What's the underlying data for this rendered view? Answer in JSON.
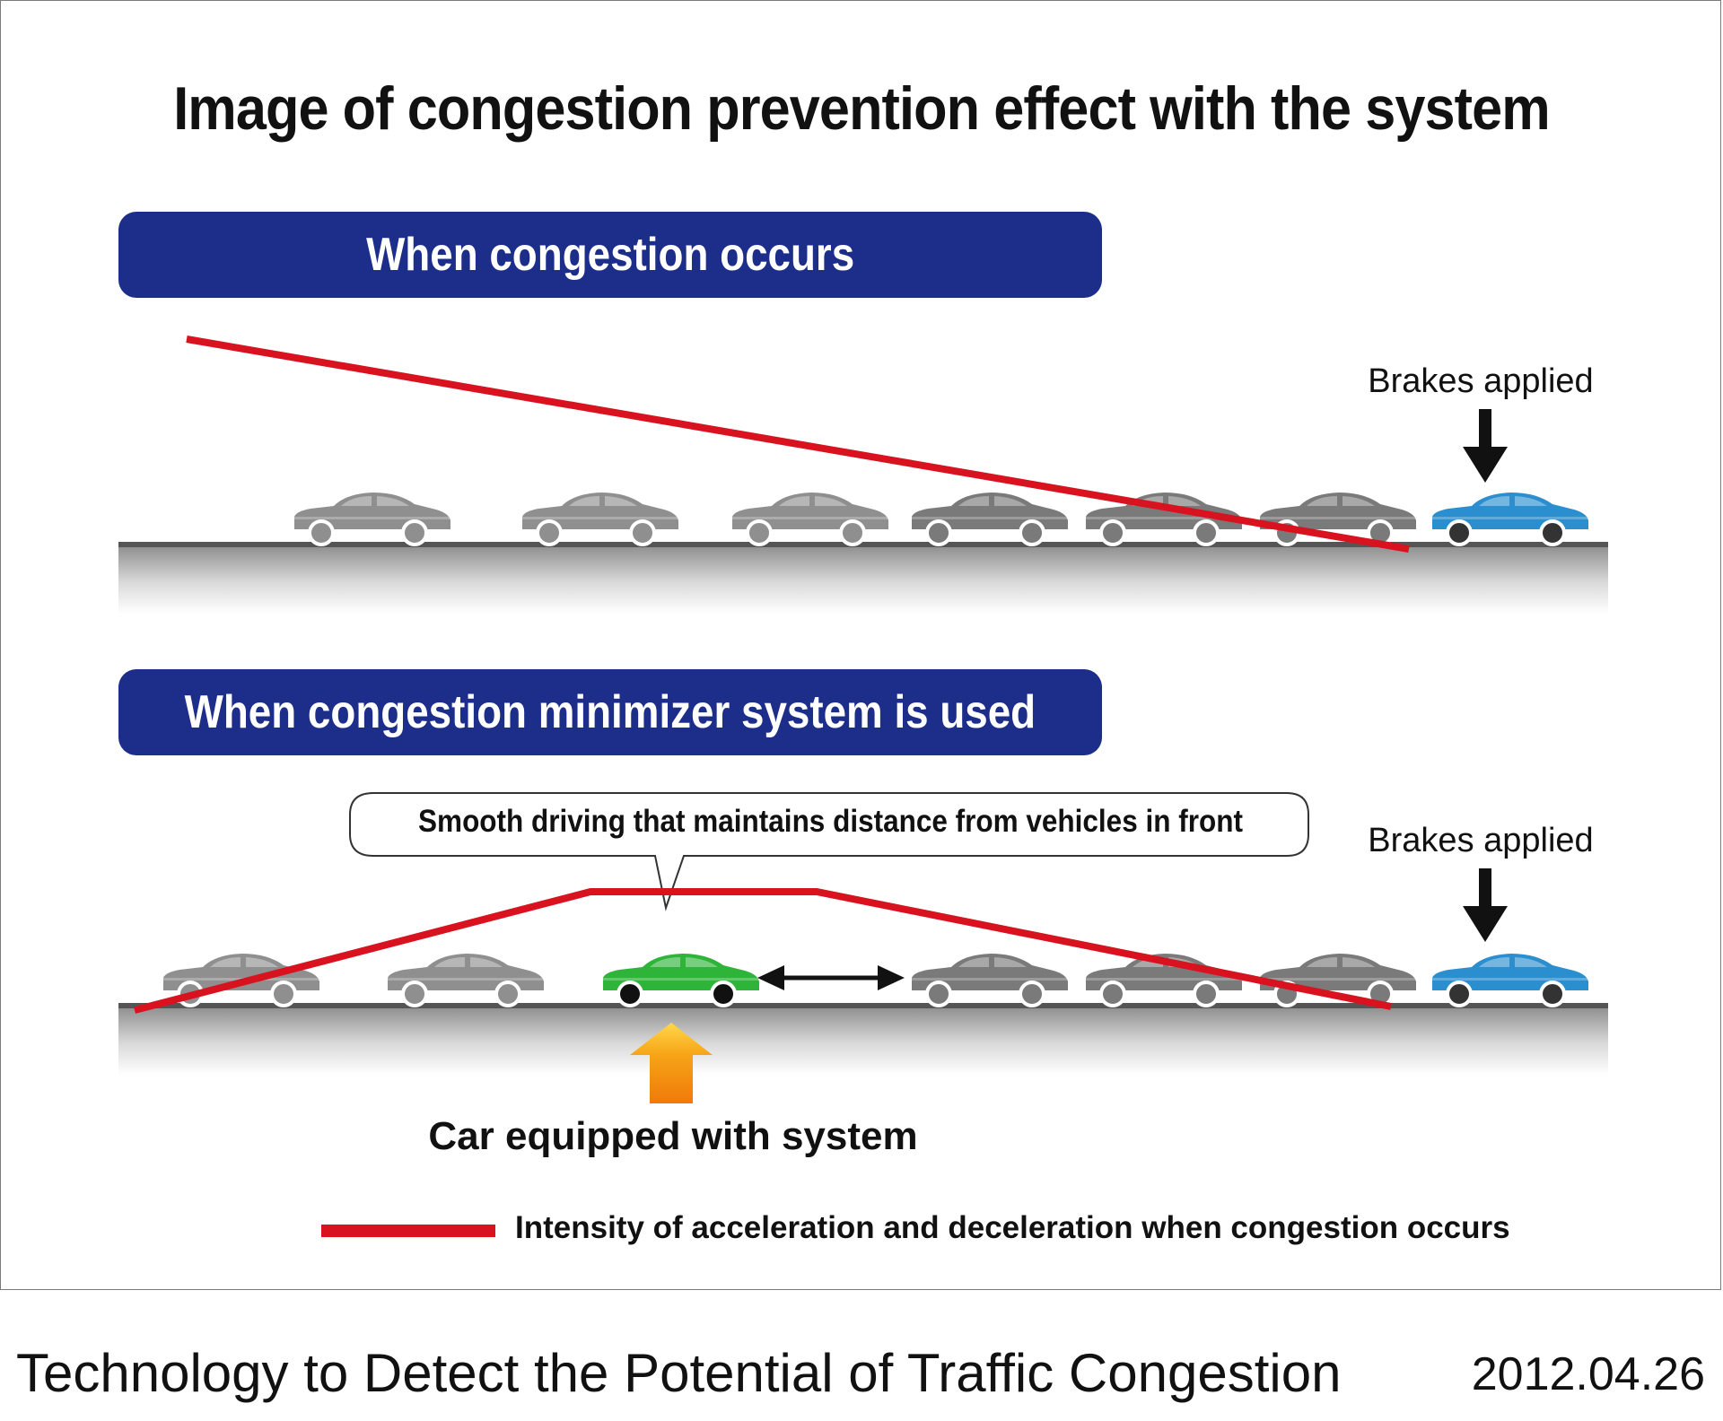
{
  "title": "Image of congestion prevention effect with the system",
  "sections": [
    {
      "label": "When congestion occurs",
      "brakes_label": "Brakes applied",
      "intensity_line": [
        {
          "car": "start",
          "level": "high"
        },
        {
          "car": "end",
          "level": "low"
        }
      ]
    },
    {
      "label": "When congestion minimizer system is used",
      "brakes_label": "Brakes applied",
      "bubble_text": "Smooth driving that maintains distance from vehicles in front",
      "equipped_label": "Car equipped with system",
      "intensity_line": [
        {
          "point": "start",
          "level": "low"
        },
        {
          "point": "peak",
          "level": "high"
        },
        {
          "point": "end",
          "level": "low"
        }
      ]
    }
  ],
  "legend": {
    "text": "Intensity of acceleration and deceleration when congestion occurs",
    "color": "#d9121f"
  },
  "caption": {
    "text": "Technology to Detect the Potential of Traffic Congestion",
    "date": "2012.04.26"
  },
  "colors": {
    "banner": "#1c2e8a",
    "intensity_line": "#d9121f",
    "gray_car": "#8f8f8f",
    "dark_gray_car": "#7a7a7a",
    "braking_car": "#2b8fcf",
    "equipped_car": "#2fb43a"
  }
}
